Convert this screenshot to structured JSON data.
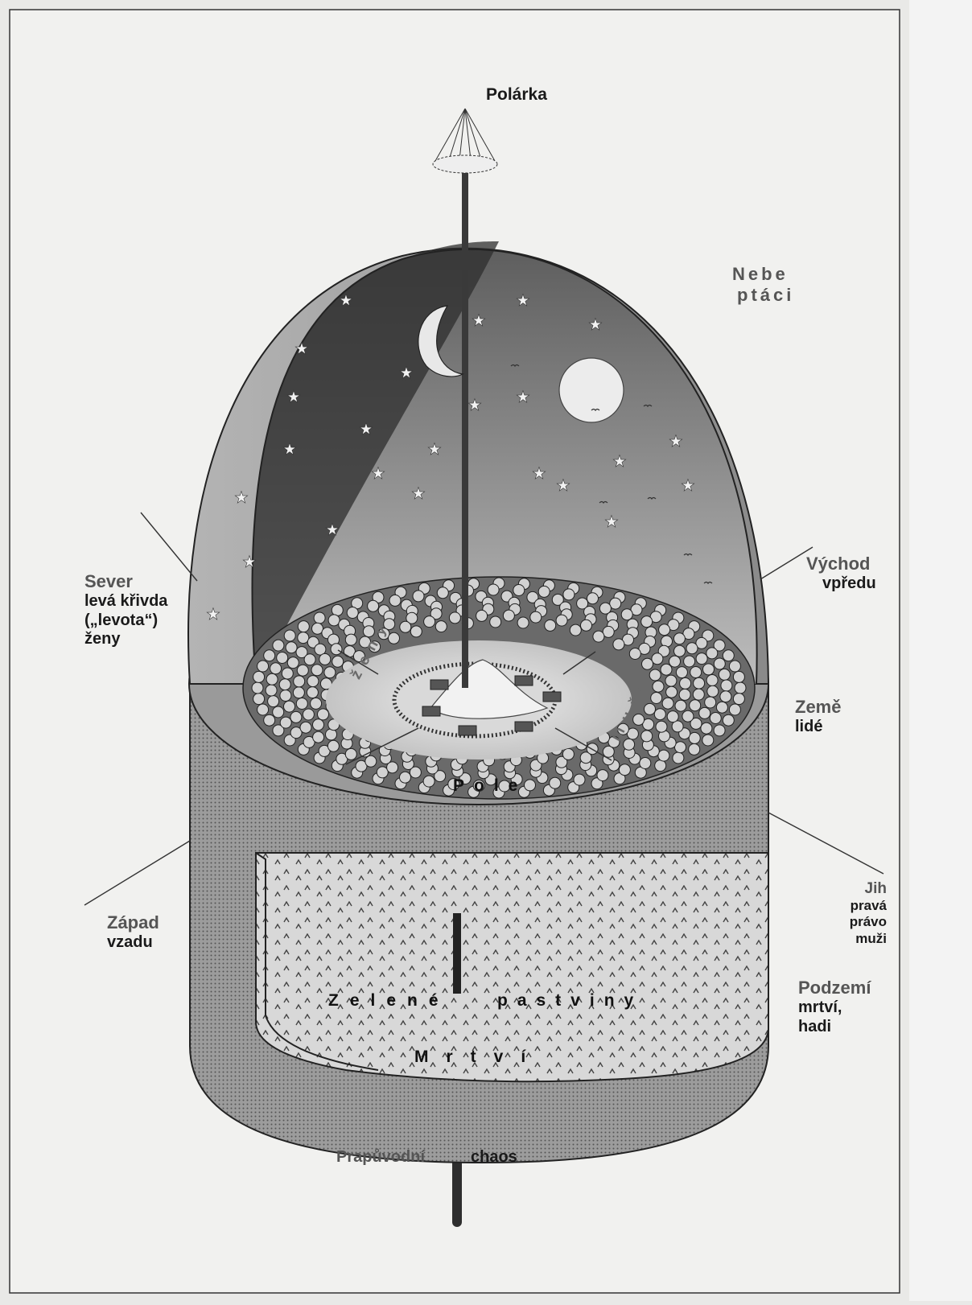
{
  "labels": {
    "polarka": "Polárka",
    "nebe": "Nebe",
    "ptaci": "ptáci",
    "sever": "Sever",
    "leva_krivda": "levá křivda",
    "levota": "(„levota“)",
    "zeny_side": "ženy",
    "vychod": "Východ",
    "vpredu": "vpředu",
    "zeme": "Země",
    "lide": "lidé",
    "zapad": "Západ",
    "vzadu": "vzadu",
    "jih": "Jih",
    "prava": "pravá",
    "pravo": "právo",
    "muzi_side": "muži",
    "podzemi": "Podzemí",
    "mrtvi_hadi_1": "mrtví,",
    "mrtvi_hadi_2": "hadi",
    "prapuvodni": "Prapůvodní",
    "chaos": "chaos"
  },
  "inner": {
    "zeny": "ženy",
    "muzi": "muži",
    "pole": "Pole",
    "zelene": "Zelené",
    "pastviny": "pastviny",
    "mrtvi": "Mrtví"
  },
  "colors": {
    "paper": "#e9e9e7",
    "sky_dark": "#3a3a3a",
    "dome_light": "#8f8f8f",
    "drum": "#9a9a9a",
    "trees": "#5a5a5a"
  }
}
